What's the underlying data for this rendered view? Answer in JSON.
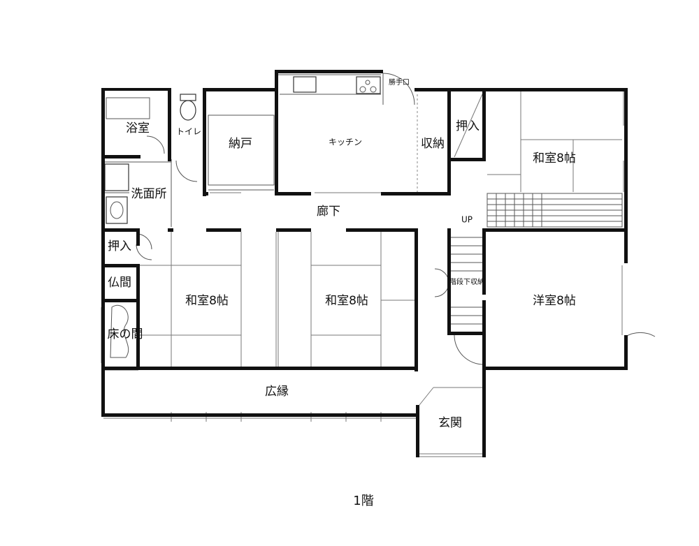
{
  "floor_label": "1階",
  "rooms": {
    "bath": "浴室",
    "toilet": "トイレ",
    "storage_nando": "納戸",
    "kitchen": "キッチン",
    "kitchen_storage": "収納",
    "back_door": "勝手口",
    "closet_ne": "押入",
    "washroom_ne": "和室8帖",
    "washroom_area": "洗面所",
    "hallway": "廊下",
    "up_marker": "UP",
    "closet_w": "押入",
    "butsuma": "仏間",
    "tokonoma": "床の間",
    "washitsu_w": "和室8帖",
    "washitsu_c": "和室8帖",
    "under_stair_storage": "階段下収納",
    "yoshitsu": "洋室8帖",
    "hiroen": "広縁",
    "genkan": "玄関"
  }
}
